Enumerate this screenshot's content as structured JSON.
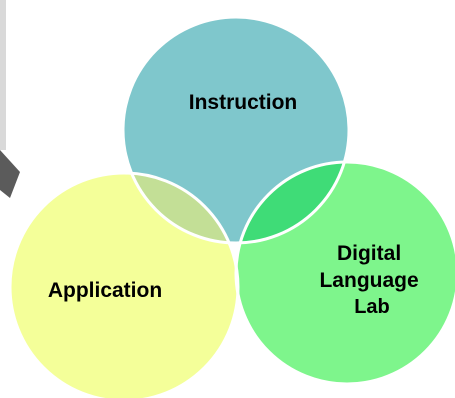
{
  "diagram": {
    "type": "venn",
    "sets": [
      {
        "id": "instruction",
        "label": "Instruction",
        "color": "#7fc7cc"
      },
      {
        "id": "application",
        "label": "Application",
        "color": "#f4ff99"
      },
      {
        "id": "digital-language-lab",
        "label_lines": [
          "Digital",
          "Language",
          "Lab"
        ],
        "color": "#7ef58c"
      }
    ],
    "overlap_colors": {
      "instruction_application": "#c3df96",
      "instruction_lab": "#3fdc77",
      "application_lab": "#b9f46d"
    },
    "outline_color": "#ffffff"
  },
  "decoration": {
    "left_edge_arrow_color": "#5b5b5b"
  }
}
